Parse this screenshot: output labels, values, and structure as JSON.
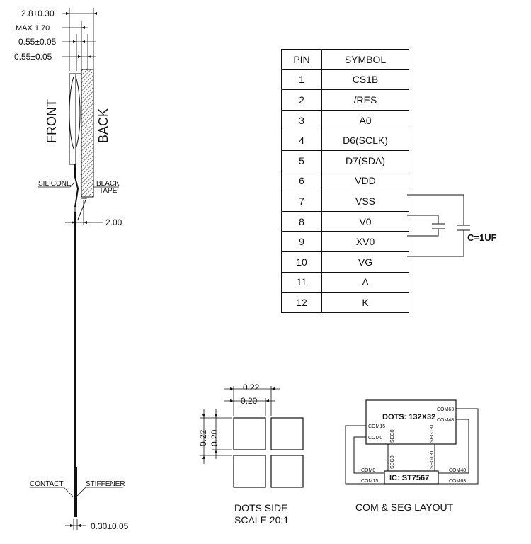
{
  "side_view": {
    "dims": {
      "overall": "2.8±0.30",
      "max": "MAX  1.70",
      "glass1": "0.55±0.05",
      "glass2": "0.55±0.05",
      "tail_offset": "2.00",
      "fpc_thickness": "0.30±0.05"
    },
    "labels": {
      "front": "FRONT",
      "back": "BACK",
      "silicone": "SILICONE",
      "black": "BLACK",
      "tape": "TAPE",
      "contact": "CONTACT",
      "stiffener": "STIFFENER"
    }
  },
  "pin_table": {
    "headers": [
      "PIN",
      "SYMBOL"
    ],
    "rows": [
      {
        "pin": "1",
        "symbol": "CS1B"
      },
      {
        "pin": "2",
        "symbol": "/RES"
      },
      {
        "pin": "3",
        "symbol": "A0"
      },
      {
        "pin": "4",
        "symbol": "D6(SCLK)"
      },
      {
        "pin": "5",
        "symbol": "D7(SDA)"
      },
      {
        "pin": "6",
        "symbol": "VDD"
      },
      {
        "pin": "7",
        "symbol": "VSS"
      },
      {
        "pin": "8",
        "symbol": "V0"
      },
      {
        "pin": "9",
        "symbol": "XV0"
      },
      {
        "pin": "10",
        "symbol": "VG"
      },
      {
        "pin": "11",
        "symbol": "A"
      },
      {
        "pin": "12",
        "symbol": "K"
      }
    ],
    "capacitor_label": "C=1UF"
  },
  "dots_view": {
    "pitch_h": "0.22",
    "size_h": "0.20",
    "pitch_v": "0.22",
    "size_v": "0.20",
    "title": "DOTS SIDE",
    "scale": "SCALE 20:1"
  },
  "layout_view": {
    "dots": "DOTS: 132X32",
    "ic": "IC: ST7567",
    "com63_top": "COM63",
    "com48_top": "COM48",
    "com15_left": "COM15",
    "com0_left": "COM0",
    "seg0": "SEG0",
    "seg131": "SEG131",
    "com0_bottom": "COM0",
    "com15_bottom": "COM15",
    "com48_bottom": "COM48",
    "com63_bottom": "COM63",
    "title": "COM & SEG LAYOUT"
  }
}
